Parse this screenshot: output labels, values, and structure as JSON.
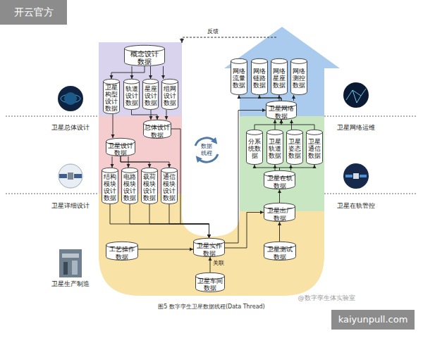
{
  "diagram": {
    "caption": "图5 数字孪生卫星数据线程(Data Thread)",
    "nodes": [
      {
        "text": [
          "概念设计数据"
        ]
      },
      {
        "text": [
          "卫星构型设计数据"
        ]
      },
      {
        "text": [
          "轨道设计数据"
        ]
      },
      {
        "text": [
          "星座设计数据"
        ]
      },
      {
        "text": [
          "组网设计数据"
        ]
      },
      {
        "text": [
          "总体设计数据"
        ]
      },
      {
        "text": [
          "卫星设计数据"
        ]
      },
      {
        "text": [
          "结构模块设计数据"
        ]
      },
      {
        "text": [
          "电路模块设计数据"
        ]
      },
      {
        "text": [
          "载荷模块设计数据"
        ]
      },
      {
        "text": [
          "通信模块设计数据"
        ]
      },
      {
        "text": [
          "工艺操作数据"
        ]
      },
      {
        "text": [
          "卫星实作数据"
        ]
      },
      {
        "text": [
          "卫星车间数据"
        ]
      },
      {
        "text": [
          "卫星测试数据"
        ]
      },
      {
        "text": [
          "卫星出厂数据"
        ]
      },
      {
        "text": [
          "卫星在轨数据"
        ]
      },
      {
        "text": [
          "分系统数据"
        ]
      },
      {
        "text": [
          "卫星轨道数据"
        ]
      },
      {
        "text": [
          "卫星姿态数据"
        ]
      },
      {
        "text": [
          "卫星通信数据"
        ]
      },
      {
        "text": [
          "卫星网络数据"
        ]
      },
      {
        "text": [
          "网络流量数据"
        ]
      },
      {
        "text": [
          "网络链路数据"
        ]
      },
      {
        "text": [
          "网络星座数据"
        ]
      },
      {
        "text": [
          "网络测控数据"
        ]
      }
    ],
    "edges": [
      {
        "from": 0,
        "to": 1,
        "arrow": "to"
      },
      {
        "from": 0,
        "to": 2,
        "arrow": "to"
      },
      {
        "from": 0,
        "to": 3,
        "arrow": "to"
      },
      {
        "from": 0,
        "to": 4,
        "arrow": "to"
      },
      {
        "from": 1,
        "to": 6,
        "arrow": "to"
      },
      {
        "from": 2,
        "to": 5,
        "arrow": "to"
      },
      {
        "from": 3,
        "to": 5,
        "arrow": "to"
      },
      {
        "from": 4,
        "to": 5,
        "arrow": "to"
      },
      {
        "from": 6,
        "to": 7,
        "arrow": "to"
      },
      {
        "from": 6,
        "to": 8,
        "arrow": "to"
      },
      {
        "from": 6,
        "to": 9,
        "arrow": "to"
      },
      {
        "from": 6,
        "to": 10,
        "arrow": "to"
      },
      {
        "from": 5,
        "to": 12,
        "arrow": "to"
      },
      {
        "from": 7,
        "to": 12,
        "arrow": "to"
      },
      {
        "from": 8,
        "to": 12,
        "arrow": "to"
      },
      {
        "from": 9,
        "to": 12,
        "arrow": "to"
      },
      {
        "from": 10,
        "to": 12,
        "arrow": "to"
      },
      {
        "from": 11,
        "to": 12,
        "arrow": "to"
      },
      {
        "from": 13,
        "to": 12,
        "label": "关联",
        "arrow": "to"
      },
      {
        "from": 12,
        "to": 15,
        "arrow": "to"
      },
      {
        "from": 14,
        "to": 15,
        "arrow": "to"
      },
      {
        "from": 15,
        "to": 16,
        "arrow": "to"
      },
      {
        "from": 16,
        "to": 17,
        "arrow": "to"
      },
      {
        "from": 16,
        "to": 18,
        "arrow": "to"
      },
      {
        "from": 16,
        "to": 19,
        "arrow": "to"
      },
      {
        "from": 16,
        "to": 20,
        "arrow": "to"
      },
      {
        "from": 17,
        "to": 21,
        "arrow": "to"
      },
      {
        "from": 18,
        "to": 21,
        "arrow": "to"
      },
      {
        "from": 19,
        "to": 21,
        "arrow": "to"
      },
      {
        "from": 20,
        "to": 21,
        "arrow": "to"
      },
      {
        "from": 12,
        "to": 21,
        "arrow": "to"
      },
      {
        "from": 21,
        "to": 22,
        "arrow": "to"
      },
      {
        "from": 21,
        "to": 23,
        "arrow": "to"
      },
      {
        "from": 21,
        "to": 24,
        "arrow": "to"
      },
      {
        "from": 21,
        "to": 25,
        "arrow": "to"
      }
    ],
    "labels": [
      "反馈",
      "数据 线程",
      "卫星总体设计",
      "卫星详细设计",
      "卫星生产制造",
      "卫星网络运维",
      "卫星在轨管控",
      "@数字孪生体实验室",
      "开云官方",
      "kaiyunpull.com"
    ]
  }
}
